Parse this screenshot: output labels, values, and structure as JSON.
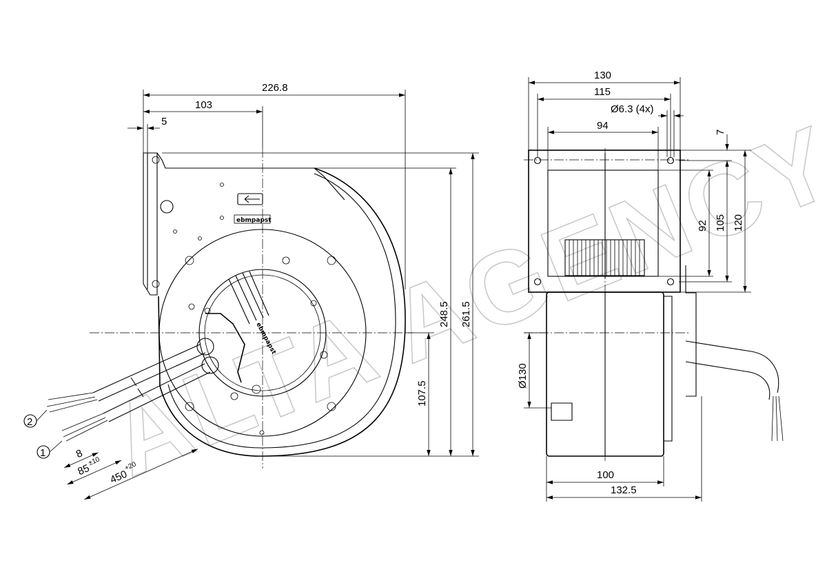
{
  "watermark": {
    "text": "ALTA AGENCY"
  },
  "front_view": {
    "dimensions": {
      "overall_width": "226.8",
      "to_center": "103",
      "flange": "5",
      "height_outlet": "248.5",
      "overall_height": "261.5",
      "center_height": "107.5",
      "wire_strip": "8",
      "sleeve_length": "85",
      "sleeve_tol": "±10",
      "cable_length": "450",
      "cable_tol": "+20"
    },
    "callouts": [
      "2",
      "1"
    ],
    "brand_label": "ebmpapst"
  },
  "side_view": {
    "dimensions": {
      "overall_width": "130",
      "hole_spacing": "115",
      "hole_dia": "Ø6.3 (4x)",
      "outlet_width": "94",
      "top_offset": "7",
      "outlet_height": "92",
      "hole_vertical": "105",
      "flange_height": "120",
      "housing_dia": "Ø130",
      "housing_depth": "100",
      "overall_depth": "132.5"
    }
  }
}
